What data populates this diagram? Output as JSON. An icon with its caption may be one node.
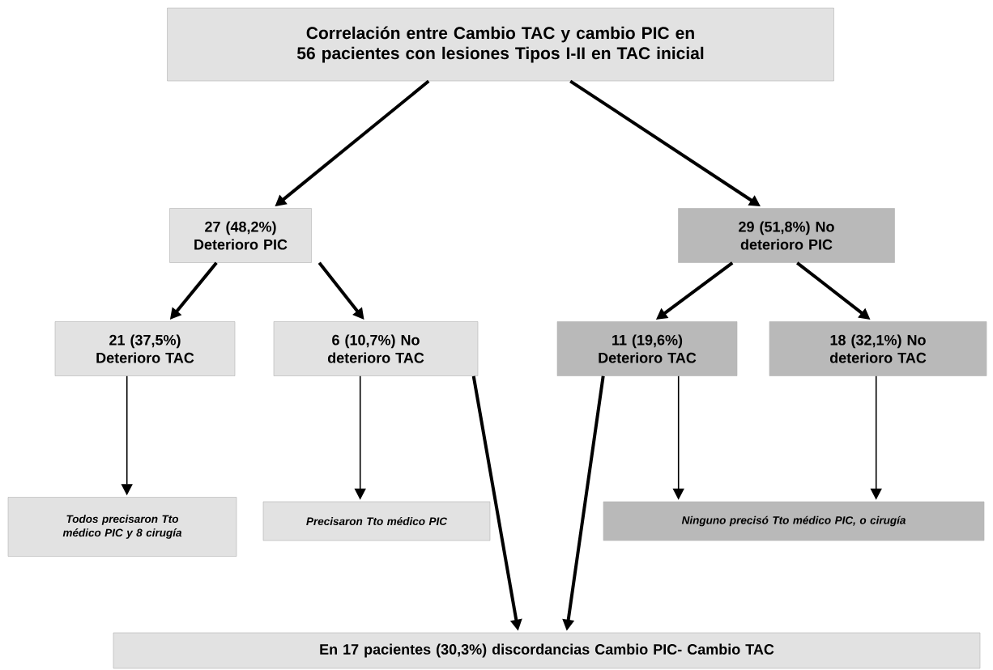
{
  "diagram": {
    "nodes": [
      {
        "text": [
          "Correlación entre Cambio TAC y cambio PIC en 56 pacientes con lesiones Tipos I-II en TAC inicial"
        ]
      },
      {
        "text": [
          "27 (48,2%) Deterioro PIC"
        ]
      },
      {
        "text": [
          "29 (51,8%) No deterioro PIC"
        ]
      },
      {
        "text": [
          "21 (37,5%) Deterioro TAC"
        ]
      },
      {
        "text": [
          "6 (10,7%) No deterioro TAC"
        ]
      },
      {
        "text": [
          "11 (19,6%) Deterioro TAC"
        ]
      },
      {
        "text": [
          "18 (32,1%) No deterioro TAC"
        ]
      },
      {
        "text": [
          "Todos precisaron Tto médico PIC y 8 cirugía"
        ]
      },
      {
        "text": [
          "Precisaron Tto médico PIC"
        ]
      },
      {
        "text": [
          "Ninguno precisó Tto médico PIC, o cirugía"
        ]
      },
      {
        "text": [
          "En 17 pacientes (30,3%) discordancias Cambio PIC- Cambio TAC"
        ]
      }
    ],
    "edges": [
      {
        "from": 0,
        "to": 1,
        "arrow": "to"
      },
      {
        "from": 0,
        "to": 2,
        "arrow": "to"
      },
      {
        "from": 1,
        "to": 3,
        "arrow": "to"
      },
      {
        "from": 1,
        "to": 4,
        "arrow": "to"
      },
      {
        "from": 2,
        "to": 5,
        "arrow": "to"
      },
      {
        "from": 2,
        "to": 6,
        "arrow": "to"
      },
      {
        "from": 3,
        "to": 7,
        "arrow": "to"
      },
      {
        "from": 4,
        "to": 8,
        "arrow": "to"
      },
      {
        "from": 5,
        "to": 9,
        "arrow": "to"
      },
      {
        "from": 6,
        "to": 9,
        "arrow": "to"
      },
      {
        "from": 4,
        "to": 10,
        "arrow": "to"
      },
      {
        "from": 5,
        "to": 10,
        "arrow": "to"
      }
    ]
  }
}
